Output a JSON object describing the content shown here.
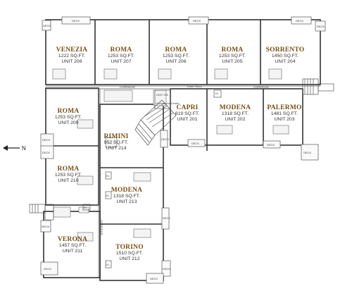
{
  "units": [
    {
      "name": "VENEZIA",
      "size": "1222 SQ.FT.",
      "unit": "UNIT 208"
    },
    {
      "name": "ROMA",
      "size": "1253 SQ.FT.",
      "unit": "UNIT 207"
    },
    {
      "name": "ROMA",
      "size": "1253 SQ.FT.",
      "unit": "UNIT 206"
    },
    {
      "name": "ROMA",
      "size": "1253 SQ.FT.",
      "unit": "UNIT 205"
    },
    {
      "name": "SORRENTO",
      "size": "1450 SQ.FT.",
      "unit": "UNIT 204"
    },
    {
      "name": "ROMA",
      "size": "1253 SQ.FT.",
      "unit": "UNIT 209"
    },
    {
      "name": "CAPRI",
      "size": "619 SQ.FT.",
      "unit": "UNIT 201"
    },
    {
      "name": "MODENA",
      "size": "1318 SQ.FT.",
      "unit": "UNIT 202"
    },
    {
      "name": "PALERMO",
      "size": "1481 SQ.FT.",
      "unit": "UNIT 203"
    },
    {
      "name": "RIMINI",
      "size": "952 SQ.FT.",
      "unit": "UNIT 214"
    },
    {
      "name": "ROMA",
      "size": "1253 SQ.FT.",
      "unit": "UNIT 210"
    },
    {
      "name": "MODENA",
      "size": "1318 SQ.FT.",
      "unit": "UNIT 213"
    },
    {
      "name": "VERONA",
      "size": "1457 SQ.FT.",
      "unit": "UNIT 211"
    },
    {
      "name": "TORINO",
      "size": "1510 SQ.FT.",
      "unit": "UNIT 212"
    }
  ],
  "labels": {
    "deck": "DECK",
    "corridor": "CORRIDOR",
    "trash_shoot": "Trash Shoot",
    "conference_unit": "UNIT 200",
    "conference_label": "Conference Center",
    "elec": "EL",
    "north": "N"
  }
}
